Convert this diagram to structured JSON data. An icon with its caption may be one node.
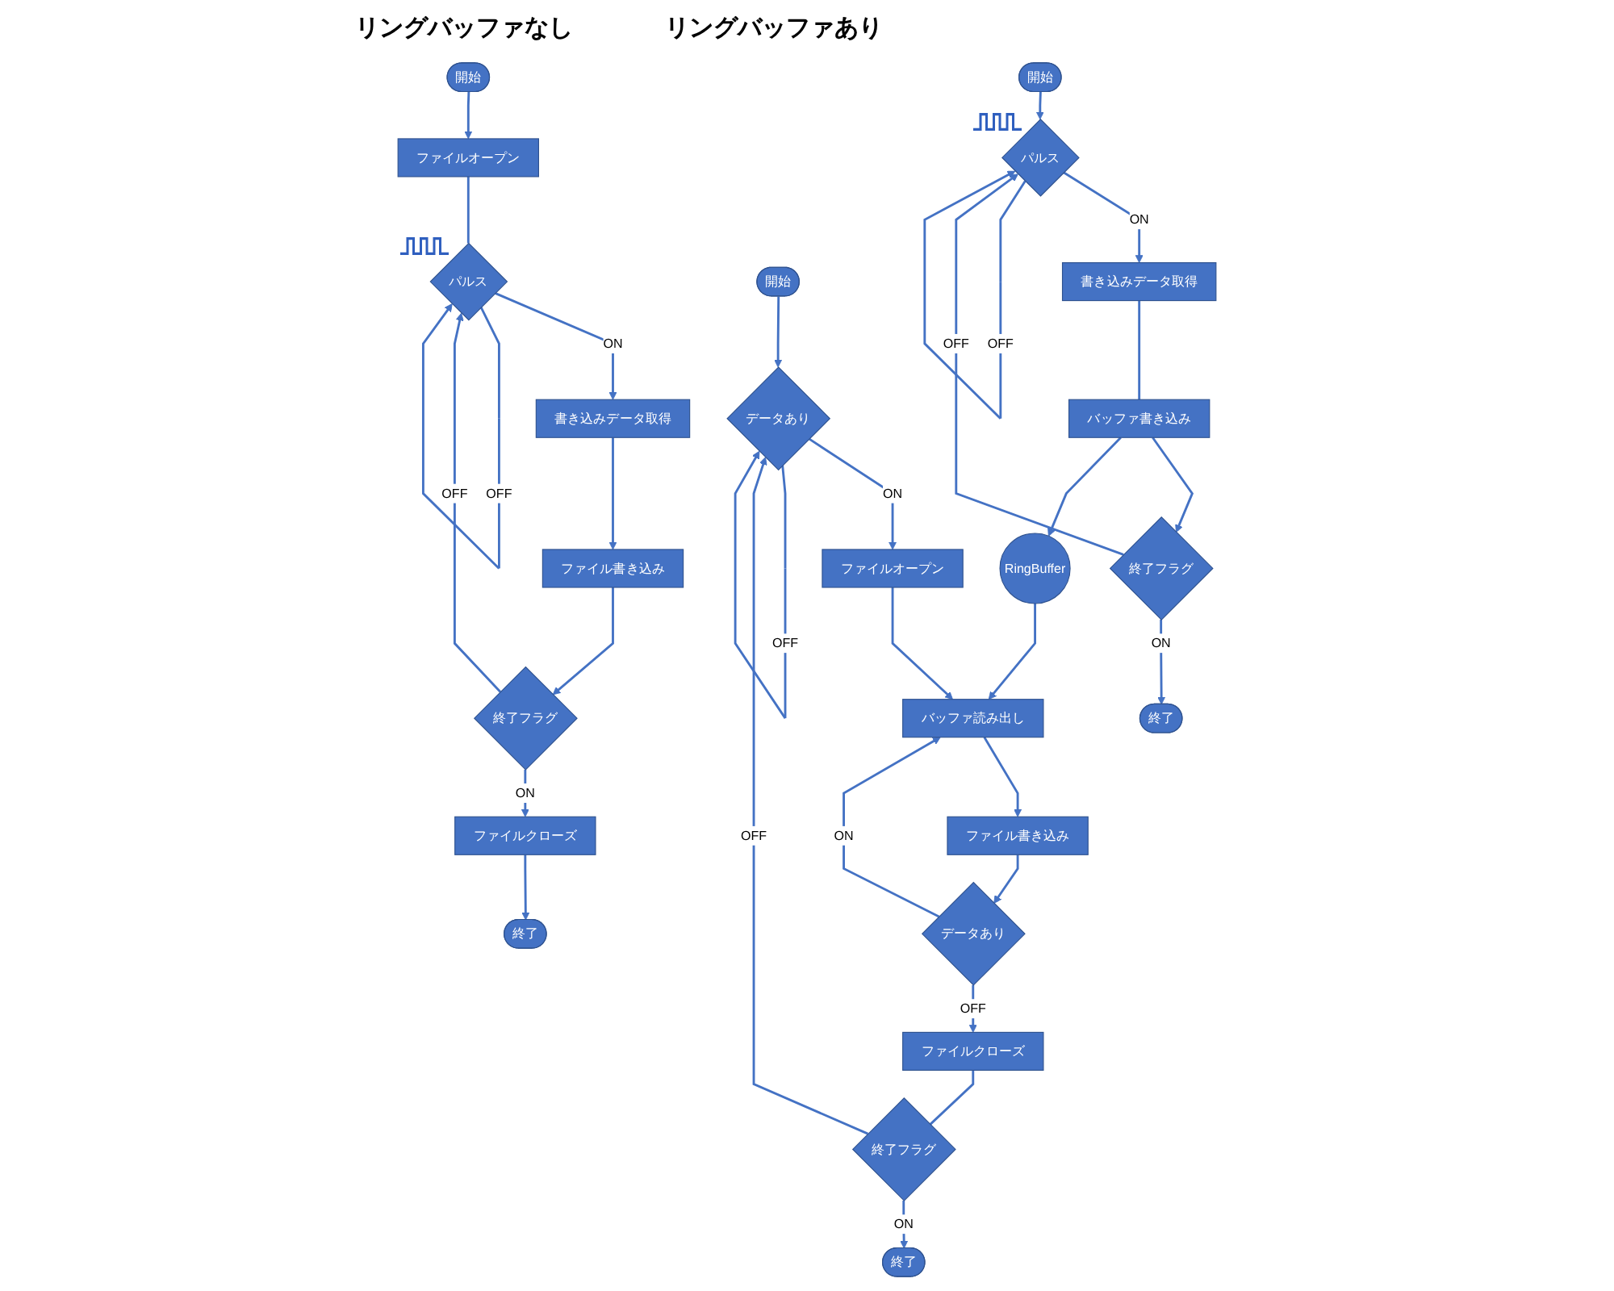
{
  "diagram": {
    "nodes": [
      {
        "text": [
          "開始"
        ]
      },
      {
        "text": [
          "ファイルオープン"
        ]
      },
      {
        "text": [
          "パルス"
        ]
      },
      {
        "text": [
          "書き込みデータ取得"
        ]
      },
      {
        "text": [
          "ファイル書き込み"
        ]
      },
      {
        "text": [
          "終了フラグ"
        ]
      },
      {
        "text": [
          "ファイルクローズ"
        ]
      },
      {
        "text": [
          "終了"
        ]
      },
      {
        "text": [
          "開始"
        ]
      },
      {
        "text": [
          "パルス"
        ]
      },
      {
        "text": [
          "書き込みデータ取得"
        ]
      },
      {
        "text": [
          "バッファ書き込み"
        ]
      },
      {
        "text": [
          "終了フラグ"
        ]
      },
      {
        "text": [
          "終了"
        ]
      },
      {
        "text": [
          "RingBuffer"
        ]
      },
      {
        "text": [
          "開始"
        ]
      },
      {
        "text": [
          "データあり"
        ]
      },
      {
        "text": [
          "ファイルオープン"
        ]
      },
      {
        "text": [
          "バッファ読み出し"
        ]
      },
      {
        "text": [
          "ファイル書き込み"
        ]
      },
      {
        "text": [
          "データあり"
        ]
      },
      {
        "text": [
          "ファイルクローズ"
        ]
      },
      {
        "text": [
          "終了フラグ"
        ]
      },
      {
        "text": [
          "終了"
        ]
      }
    ],
    "edges": [
      {
        "from": 0,
        "to": 1,
        "arrow": "to"
      },
      {
        "from": 1,
        "to": 2,
        "arrow": "none"
      },
      {
        "from": 2,
        "to": 3,
        "arrow": "to",
        "label": "ON"
      },
      {
        "from": 3,
        "to": 4,
        "arrow": "to"
      },
      {
        "from": 4,
        "to": 5,
        "arrow": "to"
      },
      {
        "from": 2,
        "to": 2,
        "arrow": "to",
        "label": "OFF"
      },
      {
        "from": 5,
        "to": 2,
        "arrow": "to",
        "label": "OFF"
      },
      {
        "from": 5,
        "to": 6,
        "arrow": "to",
        "label": "ON"
      },
      {
        "from": 6,
        "to": 7,
        "arrow": "to"
      },
      {
        "from": 8,
        "to": 9,
        "arrow": "to"
      },
      {
        "from": 9,
        "to": 10,
        "arrow": "to",
        "label": "ON"
      },
      {
        "from": 10,
        "to": 11,
        "arrow": "none"
      },
      {
        "from": 11,
        "to": 12,
        "arrow": "to"
      },
      {
        "from": 9,
        "to": 9,
        "arrow": "to",
        "label": "OFF"
      },
      {
        "from": 12,
        "to": 9,
        "arrow": "to",
        "label": "OFF"
      },
      {
        "from": 12,
        "to": 13,
        "arrow": "to",
        "label": "ON"
      },
      {
        "from": 11,
        "to": 14,
        "arrow": "to"
      },
      {
        "from": 14,
        "to": 18,
        "arrow": "to"
      },
      {
        "from": 15,
        "to": 16,
        "arrow": "to"
      },
      {
        "from": 16,
        "to": 17,
        "arrow": "to",
        "label": "ON"
      },
      {
        "from": 17,
        "to": 18,
        "arrow": "to"
      },
      {
        "from": 18,
        "to": 19,
        "arrow": "to"
      },
      {
        "from": 19,
        "to": 20,
        "arrow": "to"
      },
      {
        "from": 20,
        "to": 18,
        "arrow": "to",
        "label": "ON"
      },
      {
        "from": 20,
        "to": 21,
        "arrow": "to",
        "label": "OFF"
      },
      {
        "from": 21,
        "to": 22,
        "arrow": "none"
      },
      {
        "from": 22,
        "to": 23,
        "arrow": "to",
        "label": "ON"
      },
      {
        "from": 16,
        "to": 16,
        "arrow": "to",
        "label": "OFF"
      },
      {
        "from": 22,
        "to": 16,
        "arrow": "to",
        "label": "OFF"
      }
    ],
    "labels": [
      "リングバッファなし",
      "リングバッファあり"
    ]
  }
}
